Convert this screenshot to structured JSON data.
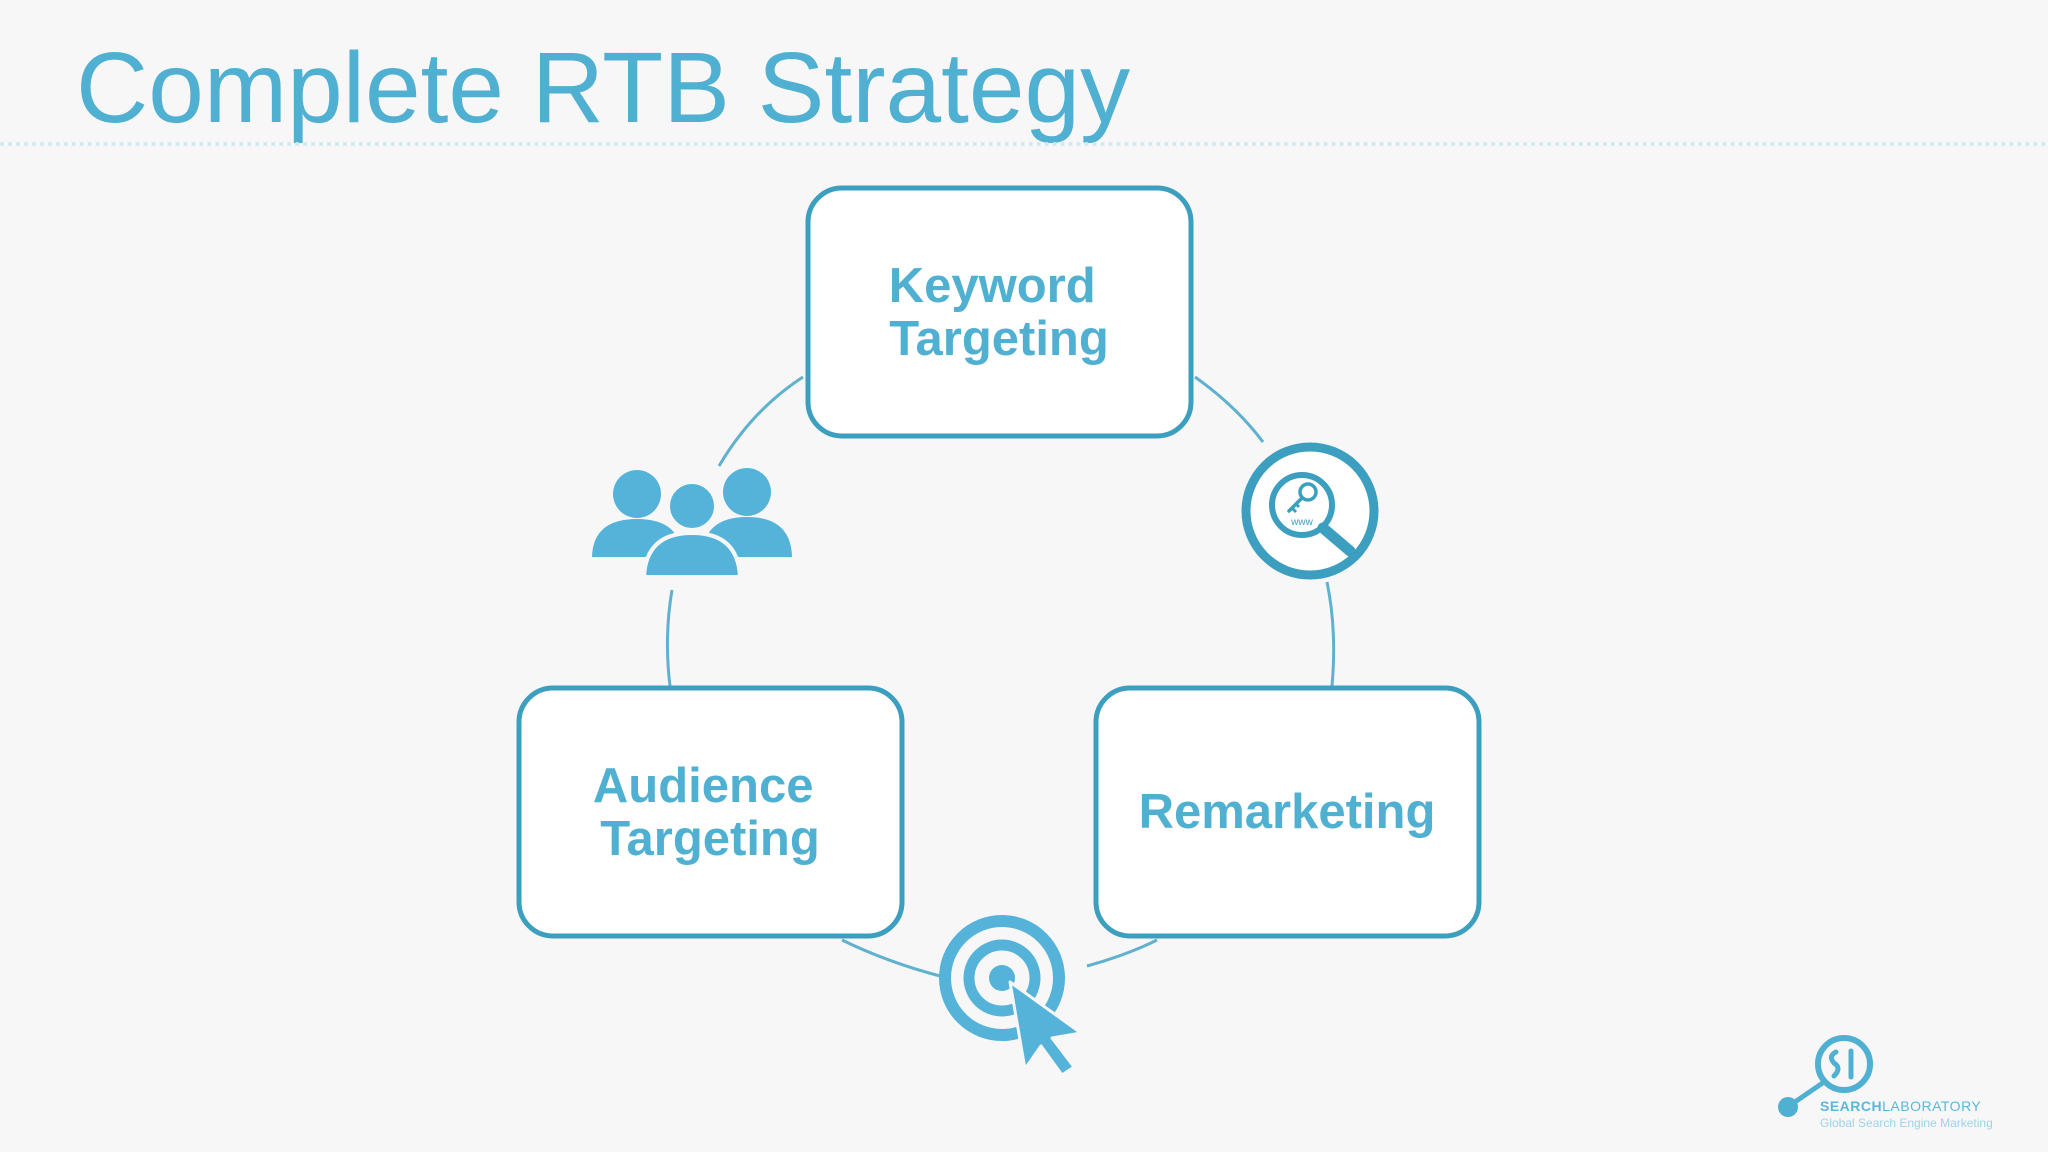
{
  "slide": {
    "title": "Complete RTB Strategy"
  },
  "diagram": {
    "nodes": [
      {
        "id": "keyword",
        "lines": [
          "Keyword",
          "Targeting"
        ]
      },
      {
        "id": "remarketing",
        "lines": [
          "Remarketing"
        ]
      },
      {
        "id": "audience",
        "lines": [
          "Audience",
          "Targeting"
        ]
      }
    ],
    "icons": {
      "search": "search-www-key-icon",
      "target": "target-cursor-icon",
      "people": "people-group-icon",
      "search_icon_text": "www"
    }
  },
  "logo": {
    "word_strong": "SEARCH",
    "word_light": "LABORATORY",
    "tagline": "Global Search Engine Marketing"
  },
  "colors": {
    "title": "#4fb0d2",
    "box_border": "#3d9fc0",
    "node_text": "#4fb0d2",
    "icon": "#55b3d9",
    "background": "#f7f7f7"
  }
}
